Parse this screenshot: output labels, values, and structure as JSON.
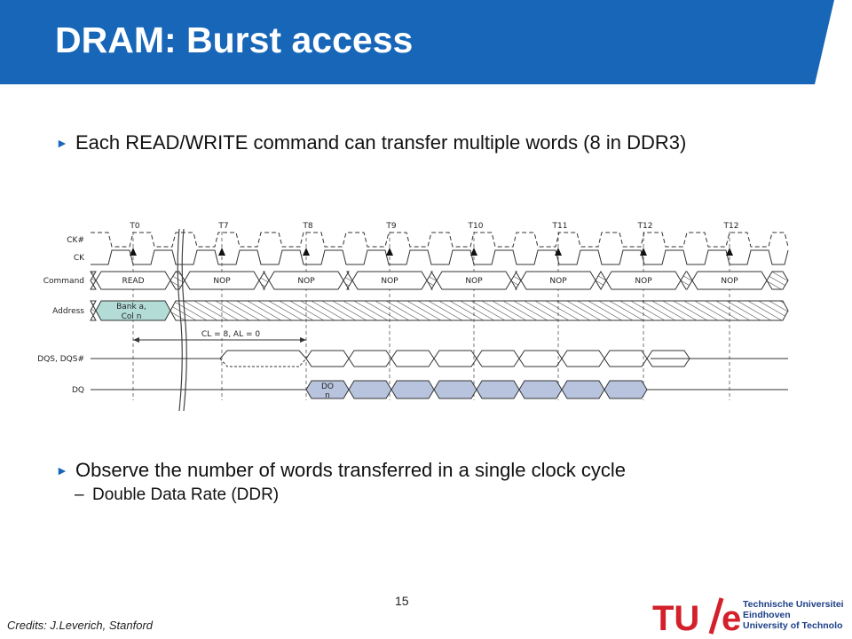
{
  "slide": {
    "title": "DRAM: Burst access",
    "bullets": [
      "Each READ/WRITE command can transfer multiple words (8 in DDR3)",
      "Observe the number of words transferred in a single clock cycle"
    ],
    "sub_bullet": "Double Data Rate (DDR)",
    "page_number": "15",
    "credits": "Credits: J.Leverich, Stanford"
  },
  "colors": {
    "header_blue": "#1766b8",
    "bullet_marker": "#1766b8",
    "data_fill": "#b8c4de",
    "address_fill": "#b3dcd6",
    "logo_red": "#d3202a",
    "logo_blue": "#1b3f86"
  },
  "diagram": {
    "signal_labels": [
      "CK#",
      "CK",
      "Command",
      "Address",
      "DQS, DQS#",
      "DQ"
    ],
    "clock_labels": [
      "T0",
      "T7",
      "T8",
      "T9",
      "T10",
      "T11",
      "T12",
      "T12"
    ],
    "commands": [
      "READ",
      "NOP",
      "NOP",
      "NOP",
      "NOP",
      "NOP",
      "NOP",
      "NOP"
    ],
    "address": [
      "Bank a,",
      "Col n"
    ],
    "latency": "CL = 8, AL = 0",
    "data_out": [
      "DO",
      "n"
    ]
  },
  "logo": {
    "mark_left": "TU",
    "mark_right": "e",
    "lines": [
      "Technische Universiteit",
      "Eindhoven",
      "University of Technology"
    ]
  }
}
